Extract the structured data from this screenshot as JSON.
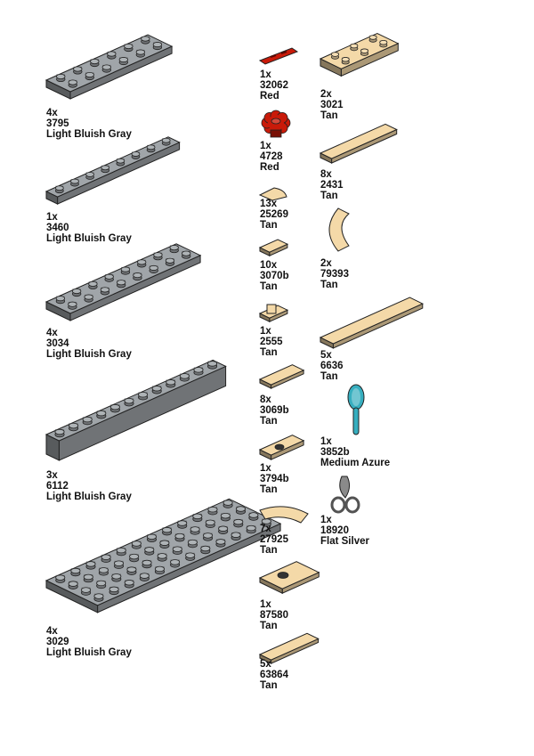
{
  "colors": {
    "Light Bluish Gray": "#a0a5a9",
    "Red": "#c91a09",
    "Tan": "#f4d9a8",
    "Medium Azure": "#36aebf",
    "Flat Silver": "#8a8a8a",
    "outline": "#222222"
  },
  "parts": [
    {
      "qty": "4x",
      "id": "3795",
      "color": "Light Bluish Gray",
      "icon": "plate-2x6-icon"
    },
    {
      "qty": "1x",
      "id": "3460",
      "color": "Light Bluish Gray",
      "icon": "plate-1x8-icon"
    },
    {
      "qty": "4x",
      "id": "3034",
      "color": "Light Bluish Gray",
      "icon": "plate-2x8-icon"
    },
    {
      "qty": "3x",
      "id": "6112",
      "color": "Light Bluish Gray",
      "icon": "brick-1x12-icon"
    },
    {
      "qty": "4x",
      "id": "3029",
      "color": "Light Bluish Gray",
      "icon": "plate-4x12-icon"
    },
    {
      "qty": "1x",
      "id": "32062",
      "color": "Red",
      "icon": "axle-2-icon"
    },
    {
      "qty": "1x",
      "id": "4728",
      "color": "Red",
      "icon": "flower-plate-icon"
    },
    {
      "qty": "13x",
      "id": "25269",
      "color": "Tan",
      "icon": "quarter-round-tile-icon"
    },
    {
      "qty": "10x",
      "id": "3070b",
      "color": "Tan",
      "icon": "tile-1x1-icon"
    },
    {
      "qty": "1x",
      "id": "2555",
      "color": "Tan",
      "icon": "tile-clip-icon"
    },
    {
      "qty": "8x",
      "id": "3069b",
      "color": "Tan",
      "icon": "tile-1x2-icon"
    },
    {
      "qty": "1x",
      "id": "3794b",
      "color": "Tan",
      "icon": "jumper-plate-1x2-icon"
    },
    {
      "qty": "7x",
      "id": "27925",
      "color": "Tan",
      "icon": "curved-tile-icon"
    },
    {
      "qty": "1x",
      "id": "87580",
      "color": "Tan",
      "icon": "jumper-plate-2x2-icon"
    },
    {
      "qty": "5x",
      "id": "63864",
      "color": "Tan",
      "icon": "tile-1x3-icon"
    },
    {
      "qty": "2x",
      "id": "3021",
      "color": "Tan",
      "icon": "plate-2x3-icon"
    },
    {
      "qty": "8x",
      "id": "2431",
      "color": "Tan",
      "icon": "tile-1x4-icon"
    },
    {
      "qty": "2x",
      "id": "79393",
      "color": "Tan",
      "icon": "macaroni-tile-icon"
    },
    {
      "qty": "5x",
      "id": "6636",
      "color": "Tan",
      "icon": "tile-1x6-icon"
    },
    {
      "qty": "1x",
      "id": "3852b",
      "color": "Medium Azure",
      "icon": "hairbrush-icon"
    },
    {
      "qty": "1x",
      "id": "18920",
      "color": "Flat Silver",
      "icon": "scissors-icon"
    }
  ]
}
